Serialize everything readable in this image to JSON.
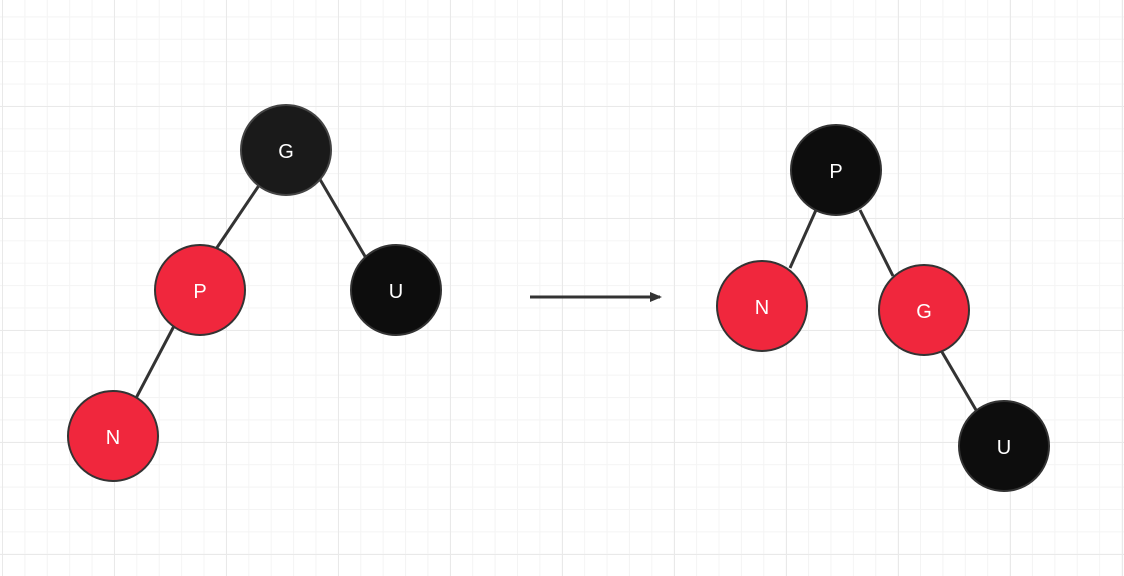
{
  "colors": {
    "red": "#f0273d",
    "black": "#0d0d0d",
    "node_stroke": "#333333",
    "edge": "#333333",
    "arrow": "#333333"
  },
  "before_tree": {
    "nodes": [
      {
        "id": "G",
        "label": "G",
        "color": "black"
      },
      {
        "id": "P",
        "label": "P",
        "color": "red"
      },
      {
        "id": "U",
        "label": "U",
        "color": "black"
      },
      {
        "id": "N",
        "label": "N",
        "color": "red"
      }
    ],
    "edges": [
      [
        "G",
        "P"
      ],
      [
        "G",
        "U"
      ],
      [
        "P",
        "N"
      ]
    ]
  },
  "after_tree": {
    "nodes": [
      {
        "id": "P",
        "label": "P",
        "color": "black"
      },
      {
        "id": "N",
        "label": "N",
        "color": "red"
      },
      {
        "id": "G",
        "label": "G",
        "color": "red"
      },
      {
        "id": "U",
        "label": "U",
        "color": "black"
      }
    ],
    "edges": [
      [
        "P",
        "N"
      ],
      [
        "P",
        "G"
      ],
      [
        "G",
        "U"
      ]
    ]
  }
}
